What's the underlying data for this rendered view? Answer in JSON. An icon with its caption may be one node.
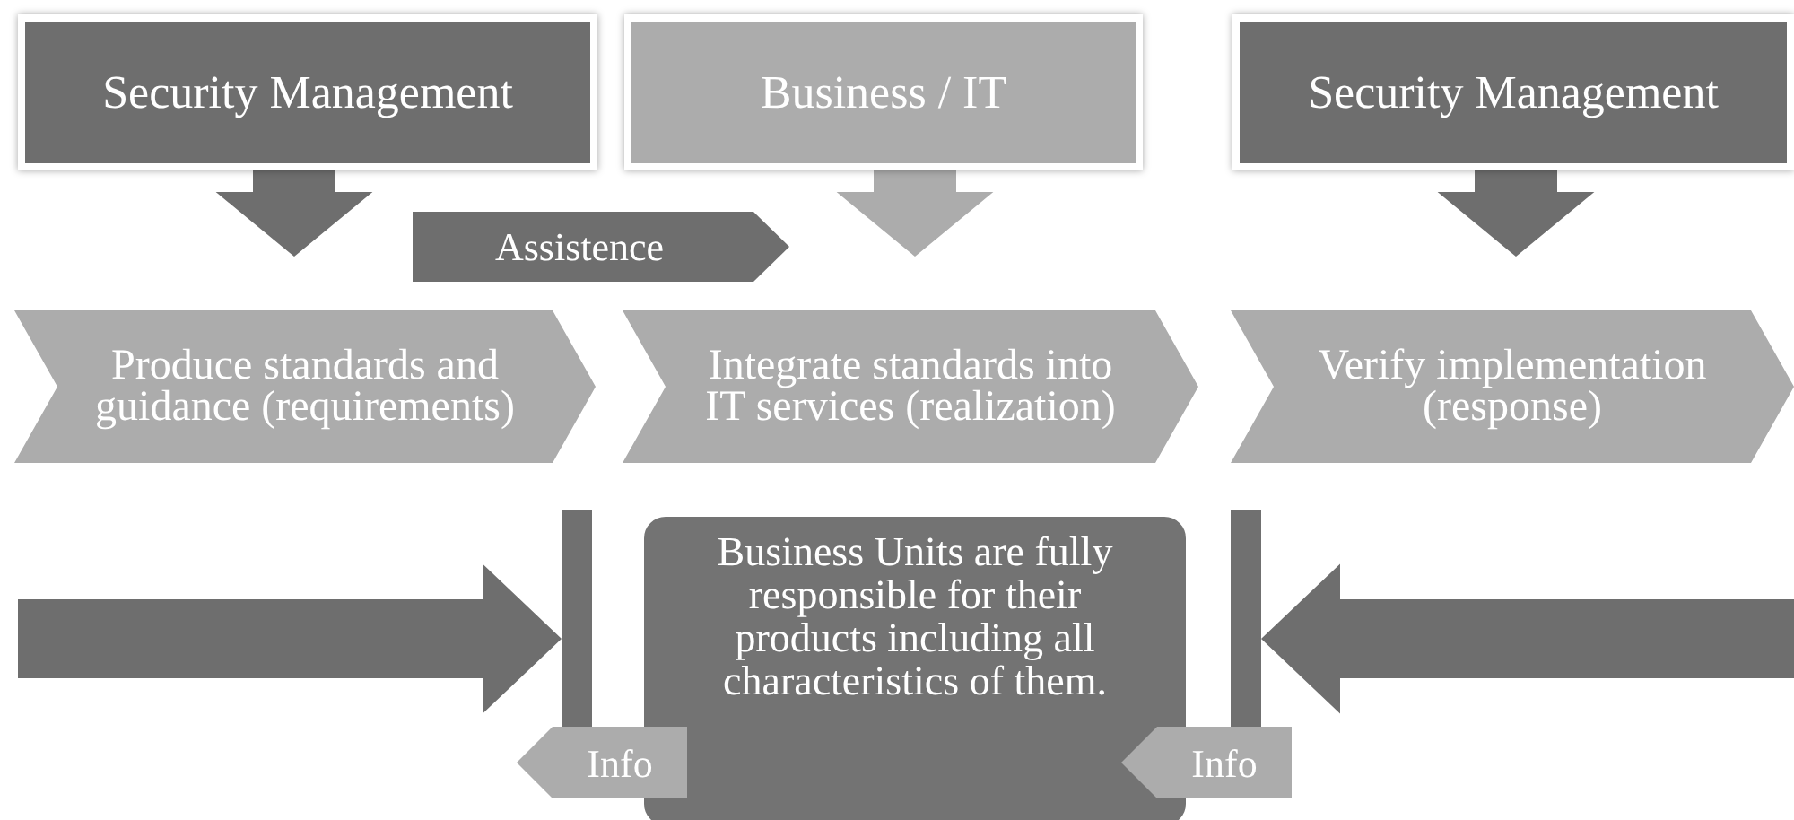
{
  "diagram": {
    "nodes": [
      {
        "text": [
          "Security Management"
        ]
      },
      {
        "text": [
          "Business / IT"
        ]
      },
      {
        "text": [
          "Security Management"
        ]
      },
      {
        "text": [
          "Assistence"
        ]
      },
      {
        "text": [
          "Produce standards and guidance (requirements)"
        ]
      },
      {
        "text": [
          "Integrate standards into IT services (realization)"
        ]
      },
      {
        "text": [
          "Verify implementation (response)"
        ]
      },
      {
        "text": [
          "Business Units are fully responsible for their products including all characteristics of them."
        ]
      },
      {
        "text": [
          "Info"
        ]
      },
      {
        "text": [
          "Info"
        ]
      },
      {
        "text": [],
        "shape": "bar"
      },
      {
        "text": [],
        "shape": "bar"
      }
    ],
    "edges": [
      {
        "from": 0,
        "to": 4,
        "arrow": "to",
        "style": "thick"
      },
      {
        "from": 1,
        "to": 5,
        "arrow": "to",
        "style": "thick",
        "color": "#acacac"
      },
      {
        "from": 2,
        "to": 6,
        "arrow": "to",
        "style": "thick"
      },
      {
        "from": null,
        "to": 10,
        "arrow": "to",
        "style": "thick"
      },
      {
        "from": null,
        "to": 11,
        "arrow": "to",
        "style": "thick"
      }
    ]
  }
}
